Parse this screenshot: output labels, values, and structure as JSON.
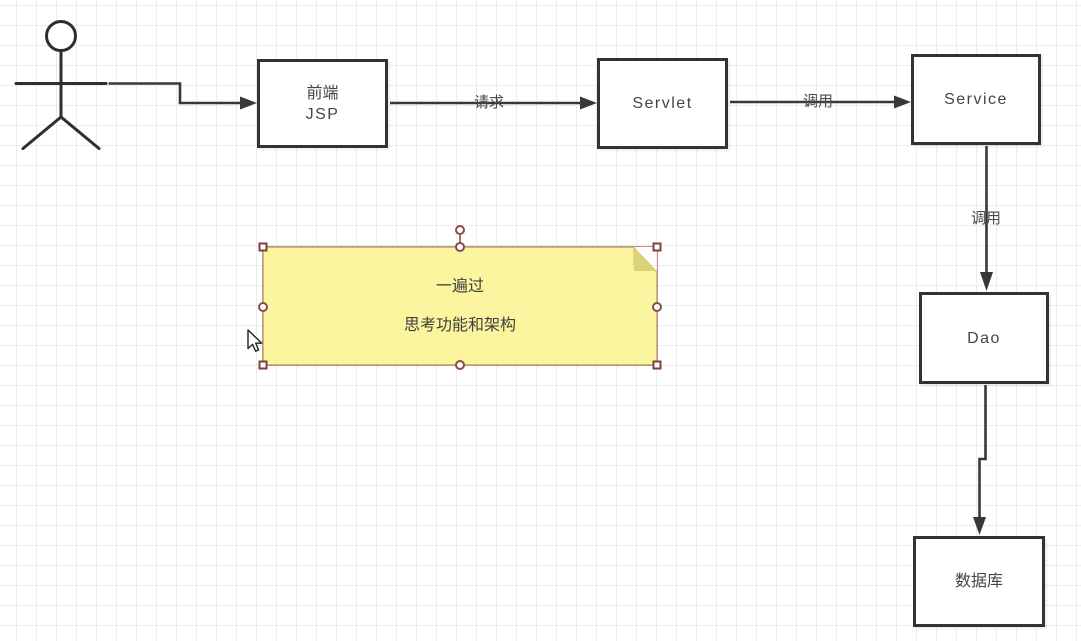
{
  "diagram": {
    "nodes": {
      "frontend": {
        "line1": "前端",
        "line2": "JSP"
      },
      "servlet": {
        "label": "Servlet"
      },
      "service": {
        "label": "Service"
      },
      "dao": {
        "label": "Dao"
      },
      "database": {
        "label": "数据库"
      }
    },
    "edges": {
      "frontend_to_servlet": {
        "label": "请求"
      },
      "servlet_to_service": {
        "label": "调用"
      },
      "service_to_dao": {
        "label": "调用"
      }
    },
    "note": {
      "line1": "一遍过",
      "line2": "思考功能和架构"
    },
    "colors": {
      "box_border": "#333333",
      "box_fill": "#ffffff",
      "connector": "#383838",
      "text": "#454545",
      "grid_line": "#ececec",
      "note_fill": "#fbf5a0",
      "note_fold": "#ddd279",
      "note_border": "#c8be62",
      "selection_handle_border": "#7e4040",
      "selection_outline": "#aa6e6e"
    }
  }
}
